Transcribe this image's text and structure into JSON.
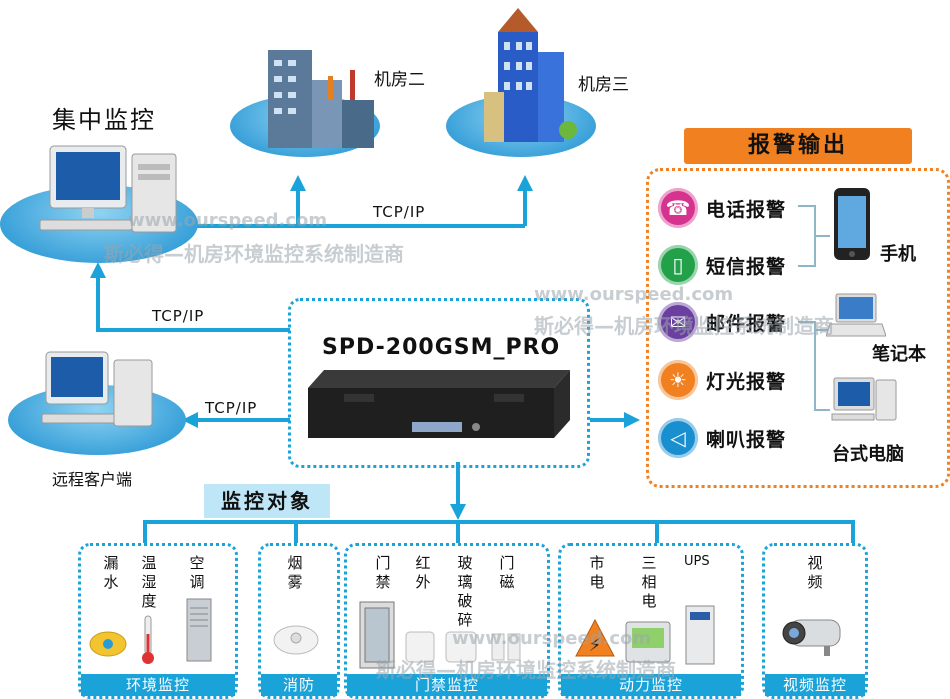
{
  "central": {
    "title": "集中监控"
  },
  "rooms": {
    "room2": "机房二",
    "room3": "机房三"
  },
  "network": {
    "tcp1": "TCP/IP",
    "tcp2": "TCP/IP",
    "tcp3": "TCP/IP"
  },
  "remote": {
    "label": "远程客户端"
  },
  "device": {
    "model": "SPD-200GSM_PRO"
  },
  "alarm": {
    "title": "报警输出",
    "items": [
      {
        "label": "电话报警",
        "icon": "phone-alarm-icon",
        "color": "#d6338f"
      },
      {
        "label": "短信报警",
        "icon": "sms-alarm-icon",
        "color": "#22a04a"
      },
      {
        "label": "邮件报警",
        "icon": "mail-alarm-icon",
        "color": "#6a3fa0"
      },
      {
        "label": "灯光报警",
        "icon": "light-alarm-icon",
        "color": "#f08020"
      },
      {
        "label": "喇叭报警",
        "icon": "speaker-alarm-icon",
        "color": "#1a8fd0"
      }
    ],
    "devices": {
      "phone": "手机",
      "laptop": "笔记本",
      "desktop": "台式电脑"
    }
  },
  "monitor": {
    "title": "监控对象",
    "groups": [
      {
        "name": "环境监控",
        "items": [
          "漏水",
          "温湿度",
          "空调"
        ]
      },
      {
        "name": "消防",
        "items": [
          "烟雾"
        ]
      },
      {
        "name": "门禁监控",
        "items": [
          "门禁",
          "红外",
          "玻璃破碎",
          "门磁"
        ]
      },
      {
        "name": "动力监控",
        "items": [
          "市电",
          "三相电",
          "UPS"
        ]
      },
      {
        "name": "视频监控",
        "items": [
          "视频"
        ]
      }
    ]
  },
  "watermark": {
    "url": "www.ourspeed.com",
    "text": "斯必得—机房环境监控系统制造商"
  },
  "colors": {
    "accent_blue": "#1aa3d9",
    "accent_orange": "#f08020"
  }
}
